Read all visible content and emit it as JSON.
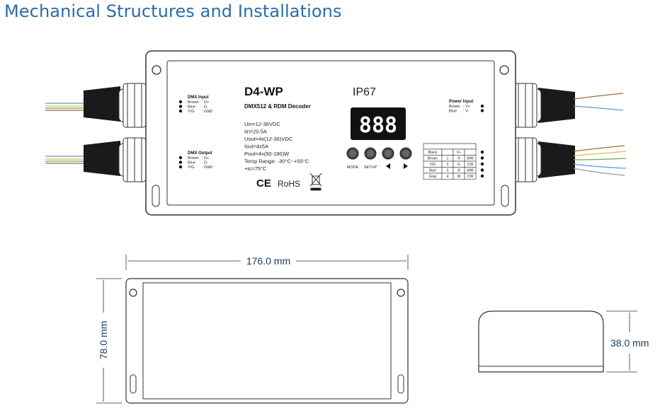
{
  "title": "Mechanical Structures and Installations",
  "device": {
    "model": "D4-WP",
    "subtitle": "DMX512 & RDM Decoder",
    "ip_rating": "IP67",
    "display": "888",
    "specs": [
      "Uin=12-36VDC",
      "Iin=20.5A",
      "Uout=4x(12-36)VDC",
      "Iout=4x5A",
      "Pout=4x(60-180)W",
      "Temp Range: -30°C~+55°C",
      "+tc=75°C"
    ],
    "certifications": {
      "ce": "CE",
      "rohs": "RoHS"
    },
    "buttons": [
      {
        "label": "MODE",
        "icon": ""
      },
      {
        "label": "SETUP",
        "icon": ""
      },
      {
        "label": "",
        "icon": "left-arrow"
      },
      {
        "label": "",
        "icon": "right-arrow"
      }
    ]
  },
  "dmx_input": {
    "title": "DMX Input",
    "rows": [
      {
        "wire": "Brown",
        "signal": ": D+"
      },
      {
        "wire": "Blue",
        "signal": ": D-"
      },
      {
        "wire": "Y/G",
        "signal": ": GND"
      }
    ]
  },
  "dmx_output": {
    "title": "DMX Output",
    "rows": [
      {
        "wire": "Brown",
        "signal": ": D+"
      },
      {
        "wire": "Blue",
        "signal": ": D-"
      },
      {
        "wire": "Y/G",
        "signal": ": GND"
      }
    ]
  },
  "power_input": {
    "title": "Power Input",
    "rows": [
      {
        "wire": "Brown",
        "signal": ": V+"
      },
      {
        "wire": "Blue",
        "signal": ": V-"
      }
    ]
  },
  "led_output": {
    "title": "LED Output",
    "rows": [
      [
        "Black",
        "",
        "V+",
        ""
      ],
      [
        "Brown",
        "1",
        "R",
        "WW"
      ],
      [
        "Y/G",
        "2",
        "G",
        "CW"
      ],
      [
        "Blue",
        "3",
        "B",
        "WW"
      ],
      [
        "Gray",
        "4",
        "W",
        "CW"
      ]
    ]
  },
  "dimensions": {
    "length": "176.0 mm",
    "width": "78.0 mm",
    "height": "38.0 mm"
  },
  "colors": {
    "title": "#2a6ca8",
    "outline": "#333333",
    "wire_yellow": "#d8c23a",
    "wire_green": "#6aa84f",
    "wire_blue": "#5b9bd5",
    "wire_brown": "#9c6b3e"
  }
}
